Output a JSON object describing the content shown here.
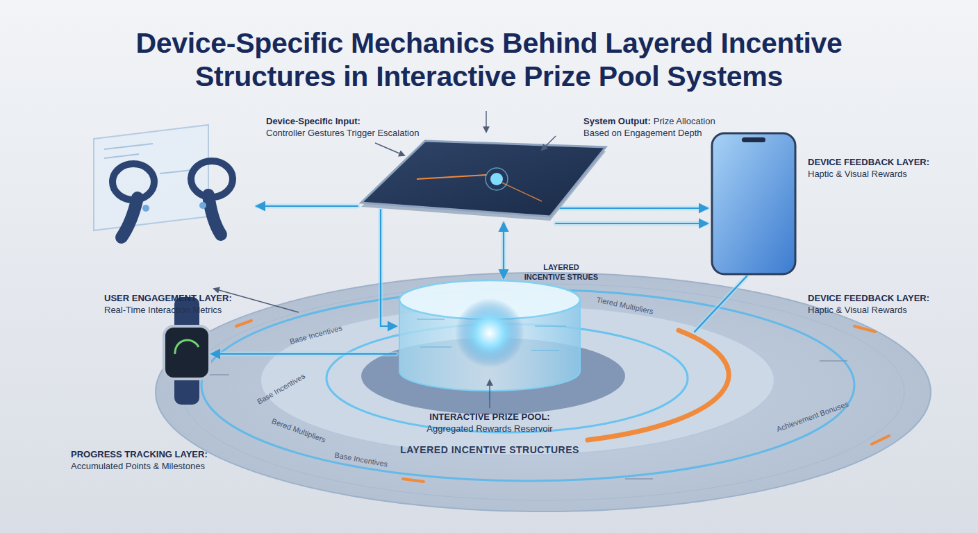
{
  "diagram": {
    "title": "Device-Specific Mechanics Behind Layered Incentive Structures in Interactive Prize Pool Systems",
    "labels": [
      "Device-Specific Input:",
      "Controller Gestures Trigger Escalation",
      "System Output:",
      "Prize Allocation Based on Engagement Depth",
      "DEVICE FEEDBACK LAYER:",
      "Haptic & Visual Rewards",
      "USER ENGAGEMENT LAYER:",
      "Real-Time Interaction Metrics",
      "LAYERED INCENTIVE STRUES",
      "DEVICE FEEDBACK LAYER:",
      "Haptic & Visual Rewards",
      "Base Incentives",
      "Tiered Multipliers",
      "Base Incentives",
      "Bered Multipliers",
      "Base Incentives",
      "Achievement Bonuses",
      "LAYERED INCENTIVE STRUCTURES",
      "PROGRESS TRACKING LAYER:",
      "Accumulated Points & Milestones",
      "INTERACTIVE PRIZE POOL:",
      "Aggregated Rewards Reservoir"
    ]
  }
}
